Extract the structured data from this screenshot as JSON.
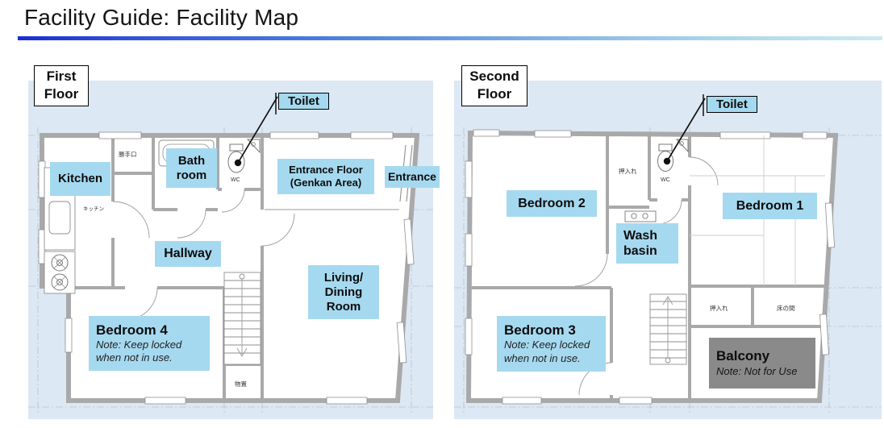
{
  "title": "Facility Guide: Facility Map",
  "colors": {
    "label_bg": "#a5d9f0",
    "panel_bg": "#dce8f4",
    "balcony_bg": "#8a8a8a",
    "rule_gradient_start": "#1c2cd6",
    "rule_gradient_end": "#cdeaf2",
    "wall_gray": "#a9a9a9"
  },
  "floor1": {
    "name_line1": "First",
    "name_line2": "Floor",
    "toilet": "Toilet",
    "kitchen": "Kitchen",
    "bath_line1": "Bath",
    "bath_line2": "room",
    "entrance_floor_line1": "Entrance Floor",
    "entrance_floor_line2": "(Genkan Area)",
    "entrance": "Entrance",
    "hallway": "Hallway",
    "bedroom4": "Bedroom 4",
    "bedroom4_note1": "Note: Keep locked",
    "bedroom4_note2": "when not in use.",
    "living_line1": "Living/",
    "living_line2": "Dining",
    "living_line3": "Room",
    "jp_back_door": "勝手口",
    "jp_kitchen": "キッチン",
    "jp_storage": "物置",
    "wc": "WC"
  },
  "floor2": {
    "name_line1": "Second",
    "name_line2": "Floor",
    "toilet": "Toilet",
    "bedroom2": "Bedroom 2",
    "bedroom1": "Bedroom 1",
    "wash_line1": "Wash",
    "wash_line2": "basin",
    "bedroom3": "Bedroom 3",
    "bedroom3_note1": "Note: Keep locked",
    "bedroom3_note2": "when not in use.",
    "balcony": "Balcony",
    "balcony_note": "Note: Not for Use",
    "jp_closet_upper": "押入れ",
    "jp_closet_lower": "押入れ",
    "jp_tokonoma": "床の間",
    "wc": "WC"
  }
}
